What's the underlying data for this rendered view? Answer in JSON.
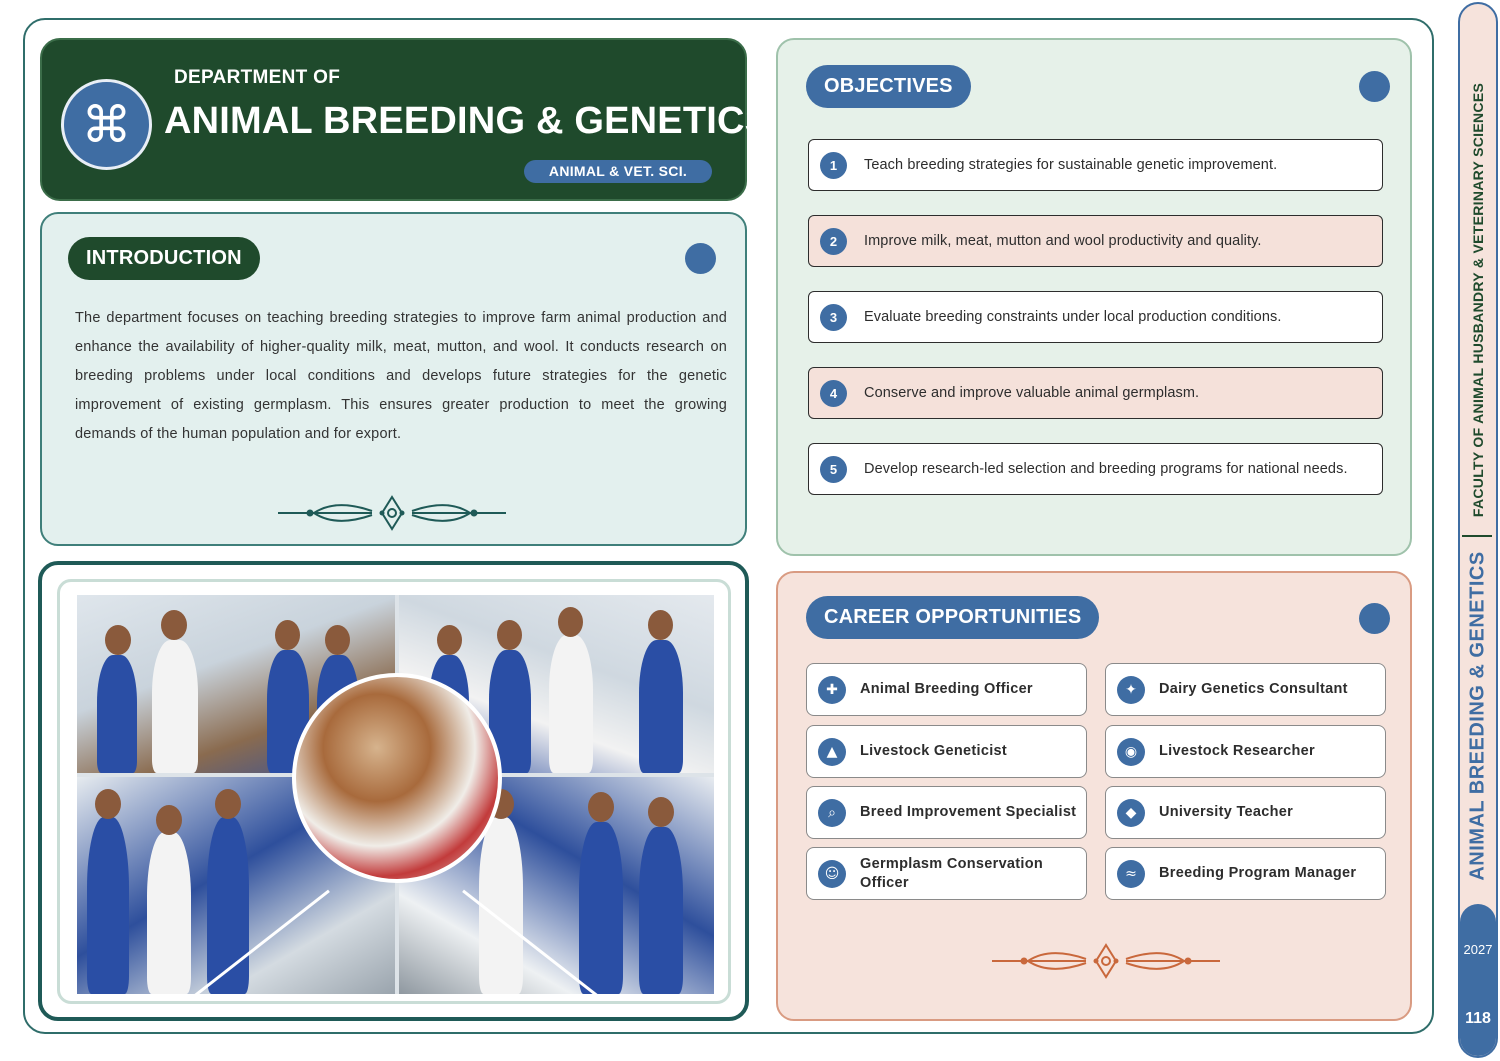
{
  "header": {
    "pre_title": "DEPARTMENT OF",
    "title": "ANIMAL BREEDING & GENETICS",
    "tag": "ANIMAL & VET. SCI.",
    "logo_icon": "command-icon"
  },
  "introduction": {
    "heading": "INTRODUCTION",
    "body": "The department focuses on teaching breeding strategies to improve farm animal production and enhance the availability of higher-quality milk, meat, mutton, and wool. It conducts research on breeding problems under local conditions and develops future strategies for the genetic improvement of existing germplasm. This ensures greater production to meet the growing demands of the human population and for export."
  },
  "objectives": {
    "heading": "OBJECTIVES",
    "items": [
      {
        "num": "1",
        "text": "Teach breeding strategies for sustainable genetic improvement."
      },
      {
        "num": "2",
        "text": "Improve milk, meat, mutton and wool productivity and quality."
      },
      {
        "num": "3",
        "text": "Evaluate breeding constraints under local production conditions."
      },
      {
        "num": "4",
        "text": "Conserve and improve valuable animal germplasm."
      },
      {
        "num": "5",
        "text": "Develop research-led selection and breeding programs for national needs."
      }
    ]
  },
  "careers": {
    "heading": "CAREER OPPORTUNITIES",
    "items": [
      {
        "label": "Animal Breeding Officer",
        "icon": "plus-icon"
      },
      {
        "label": "Dairy Genetics Consultant",
        "icon": "sparkle-icon"
      },
      {
        "label": "Livestock Geneticist",
        "icon": "drop-icon"
      },
      {
        "label": "Livestock Researcher",
        "icon": "target-icon"
      },
      {
        "label": "Breed Improvement Specialist",
        "icon": "search-icon"
      },
      {
        "label": "University Teacher",
        "icon": "diamond-icon"
      },
      {
        "label": "Germplasm Conservation Officer",
        "icon": "person-icon"
      },
      {
        "label": "Breeding Program Manager",
        "icon": "waves-icon"
      }
    ]
  },
  "sidebar": {
    "faculty": "FACULTY OF ANIMAL HUSBANDRY & VETERINARY SCIENCES",
    "department": "ANIMAL BREEDING & GENETICS",
    "year": "2027",
    "page": "118"
  },
  "colors": {
    "dark_green": "#1f4a2c",
    "blue": "#3f6da3",
    "teal_border": "#2f6d6a",
    "mint_bg": "#e3f0ee",
    "peach_bg": "#f6e3dc",
    "peach_accent": "#c9683c"
  }
}
